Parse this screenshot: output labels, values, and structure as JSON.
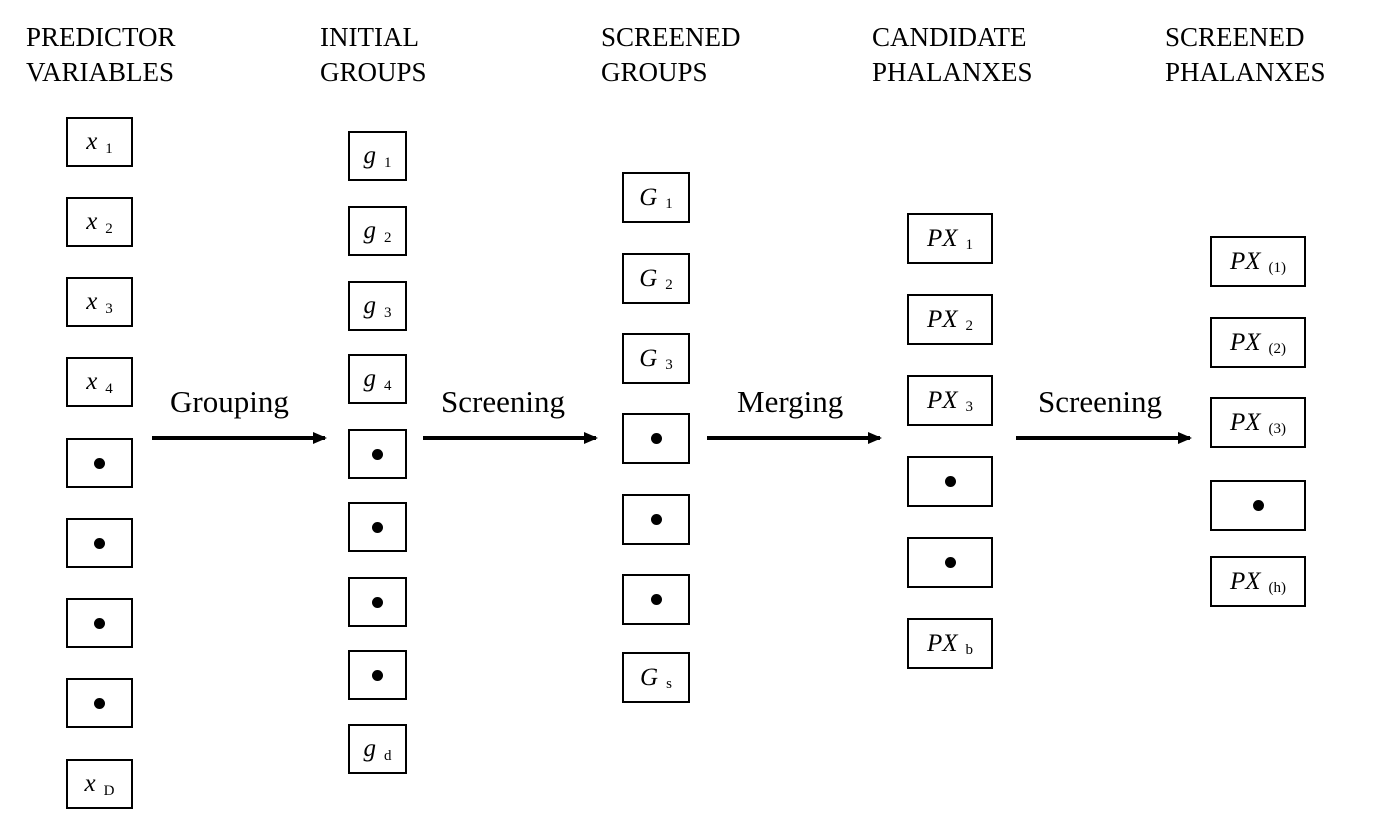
{
  "columns": [
    {
      "line1": "PREDICTOR",
      "line2": "VARIABLES",
      "items": [
        {
          "sym": "x",
          "sub": "1"
        },
        {
          "sym": "x",
          "sub": "2"
        },
        {
          "sym": "x",
          "sub": "3"
        },
        {
          "sym": "x",
          "sub": "4"
        },
        {
          "dot": true
        },
        {
          "dot": true
        },
        {
          "dot": true
        },
        {
          "dot": true
        },
        {
          "sym": "x",
          "sub": "D"
        }
      ]
    },
    {
      "line1": "INITIAL",
      "line2": "GROUPS",
      "items": [
        {
          "sym": "g",
          "sub": "1"
        },
        {
          "sym": "g",
          "sub": "2"
        },
        {
          "sym": "g",
          "sub": "3"
        },
        {
          "sym": "g",
          "sub": "4"
        },
        {
          "dot": true
        },
        {
          "dot": true
        },
        {
          "dot": true
        },
        {
          "dot": true
        },
        {
          "sym": "g",
          "sub": "d"
        }
      ]
    },
    {
      "line1": "SCREENED",
      "line2": "GROUPS",
      "items": [
        {
          "sym": "G",
          "sub": "1"
        },
        {
          "sym": "G",
          "sub": "2"
        },
        {
          "sym": "G",
          "sub": "3"
        },
        {
          "dot": true
        },
        {
          "dot": true
        },
        {
          "dot": true
        },
        {
          "sym": "G",
          "sub": "s"
        }
      ]
    },
    {
      "line1": "CANDIDATE",
      "line2": "PHALANXES",
      "items": [
        {
          "sym": "PX",
          "sub": "1"
        },
        {
          "sym": "PX",
          "sub": "2"
        },
        {
          "sym": "PX",
          "sub": "3"
        },
        {
          "dot": true
        },
        {
          "dot": true
        },
        {
          "sym": "PX",
          "sub": "b"
        }
      ]
    },
    {
      "line1": "SCREENED",
      "line2": "PHALANXES",
      "items": [
        {
          "sym": "PX",
          "sub": "(1)"
        },
        {
          "sym": "PX",
          "sub": "(2)"
        },
        {
          "sym": "PX",
          "sub": "(3)"
        },
        {
          "dot": true
        },
        {
          "sym": "PX",
          "sub": "(h)"
        }
      ]
    }
  ],
  "steps": [
    {
      "label": "Grouping"
    },
    {
      "label": "Screening"
    },
    {
      "label": "Merging"
    },
    {
      "label": "Screening"
    }
  ]
}
